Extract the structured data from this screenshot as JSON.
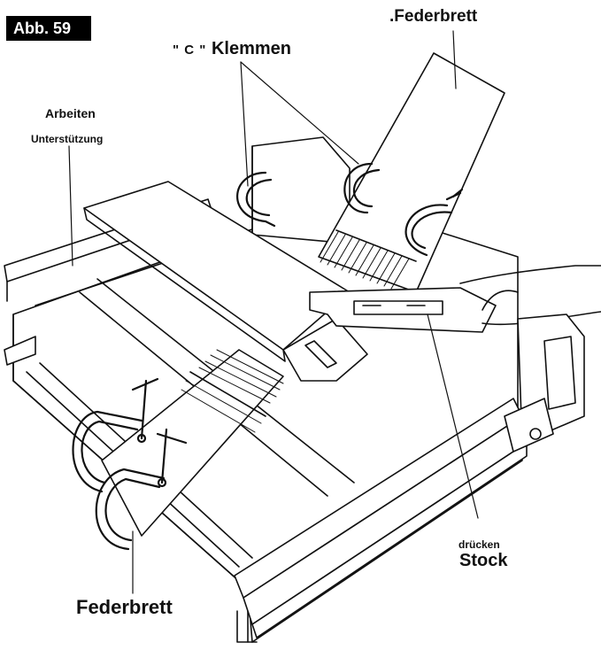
{
  "figure_tag": "Abb. 59",
  "labels": {
    "featherboard_top": ".Federbrett",
    "c_clamps_quote": "\" C \"",
    "c_clamps_word": "Klemmen",
    "work_support_line1": "Arbeiten",
    "work_support_line2": "Unterstützung",
    "push_stick_line1": "drücken",
    "push_stick_line2": "Stock",
    "featherboard_bottom": "Federbrett"
  },
  "icons": [
    "featherboard",
    "c-clamp",
    "push-stick",
    "hand",
    "table-saw"
  ],
  "colors": {
    "line": "#111111",
    "tag_bg": "#000000",
    "tag_text": "#ffffff"
  }
}
